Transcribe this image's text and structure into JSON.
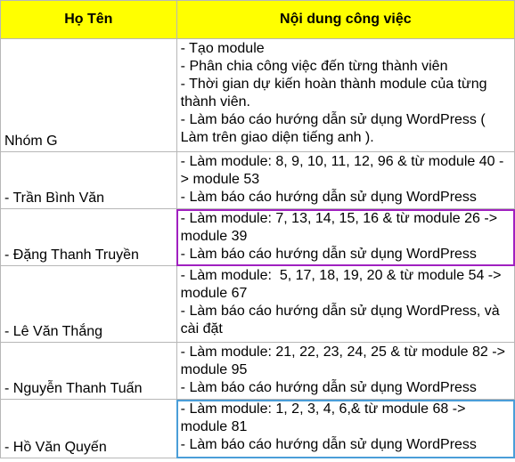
{
  "header": {
    "col_name": "Họ Tên",
    "col_task": "Nội dung công việc"
  },
  "rows": [
    {
      "name": "Nhóm G",
      "lines": [
        "- Tạo module",
        "- Phân chia công việc đến từng thành viên",
        "- Thời gian dự kiến hoàn thành module của từng thành viên.",
        "- Làm báo cáo hướng dẫn sử dụng WordPress ( Làm trên giao diện tiếng anh )."
      ]
    },
    {
      "name": "- Trần Bình Văn",
      "lines": [
        "- Làm module: 8, 9, 10, 11, 12, 96 & từ module 40 -> module 53",
        "- Làm báo cáo hướng dẫn sử dụng WordPress"
      ]
    },
    {
      "name": "- Đặng Thanh Truyền",
      "lines": [
        "- Làm module: 7, 13, 14, 15, 16 & từ module 26 -> module 39",
        "- Làm báo cáo hướng dẫn sử dụng WordPress"
      ]
    },
    {
      "name": "- Lê Văn Thắng",
      "lines": [
        "- Làm module:  5, 17, 18, 19, 20 & từ module 54 -> module 67",
        "- Làm báo cáo hướng dẫn sử dụng WordPress, và cài đặt"
      ]
    },
    {
      "name": "- Nguyễn Thanh Tuấn",
      "lines": [
        "- Làm module: 21, 22, 23, 24, 25 & từ module 82 -> module 95",
        "- Làm báo cáo hướng dẫn sử dụng WordPress"
      ]
    },
    {
      "name": "- Hồ Văn Quyến",
      "lines": [
        "- Làm module: 1, 2, 3, 4, 6,& từ module 68 -> module 81",
        "- Làm báo cáo hướng dẫn sử dụng WordPress"
      ]
    }
  ],
  "colors": {
    "header_bg": "#ffff00",
    "grid": "#b7b7b7",
    "selection_purple": "#a020c0",
    "selection_blue": "#4a9ed8"
  }
}
